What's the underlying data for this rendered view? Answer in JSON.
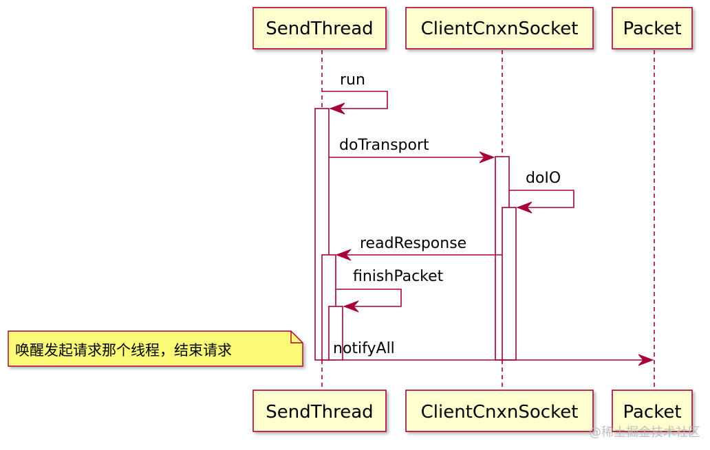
{
  "diagram": {
    "type": "sequence",
    "colors": {
      "participant_fill": "#FEFECE",
      "participant_border": "#A80036",
      "lifeline": "#A80036",
      "activation_fill": "#FFFFFF",
      "message": "#A80036",
      "note_fill": "#FBFB77",
      "note_border": "#A80036"
    },
    "participants": [
      {
        "id": "sendthread",
        "label": "SendThread"
      },
      {
        "id": "clientcnxnsocket",
        "label": "ClientCnxnSocket"
      },
      {
        "id": "packet",
        "label": "Packet"
      }
    ],
    "messages": [
      {
        "id": "run",
        "label": "run",
        "from": "sendthread",
        "to": "sendthread"
      },
      {
        "id": "dotransport",
        "label": "doTransport",
        "from": "sendthread",
        "to": "clientcnxnsocket"
      },
      {
        "id": "doio",
        "label": "doIO",
        "from": "clientcnxnsocket",
        "to": "clientcnxnsocket"
      },
      {
        "id": "readresponse",
        "label": "readResponse",
        "from": "clientcnxnsocket",
        "to": "sendthread"
      },
      {
        "id": "finishpacket",
        "label": "finishPacket",
        "from": "sendthread",
        "to": "sendthread"
      },
      {
        "id": "notifyall",
        "label": "notifyAll",
        "from": "sendthread",
        "to": "packet"
      }
    ],
    "note": {
      "text": "唤醒发起请求那个线程，结束请求",
      "attached_to": "sendthread",
      "position": "left"
    }
  },
  "watermark": "@稀土掘金技术社区"
}
